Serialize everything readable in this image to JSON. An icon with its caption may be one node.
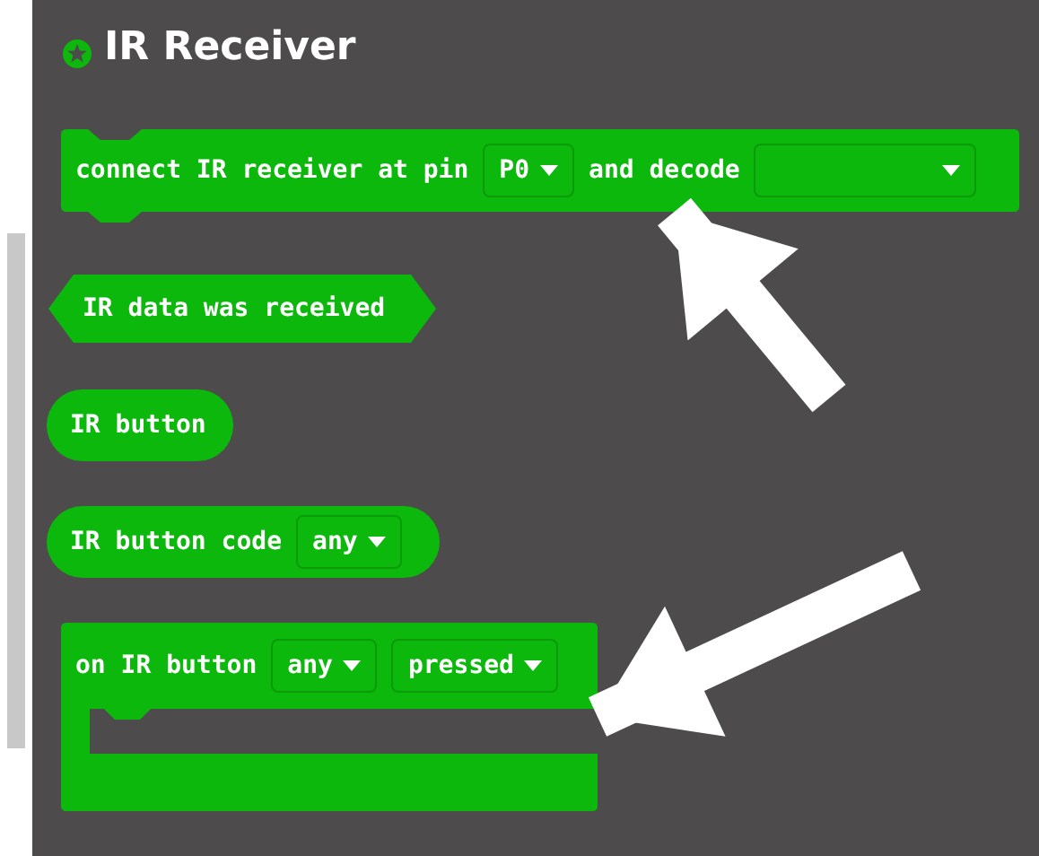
{
  "diagram": {
    "title": "IR Receiver",
    "nodes": [
      {
        "text": [
          "connect IR receiver at pin",
          "and decode"
        ]
      },
      {
        "text": [
          "P0"
        ],
        "in": 0
      },
      {
        "text": [],
        "shape": "box",
        "in": 0
      },
      {
        "text": [
          "IR data was received"
        ]
      },
      {
        "text": [
          "IR button"
        ]
      },
      {
        "text": [
          "IR button code"
        ]
      },
      {
        "text": [
          "any"
        ],
        "in": 5
      },
      {
        "text": [
          "on IR button"
        ]
      },
      {
        "text": [
          "any"
        ],
        "in": 7
      },
      {
        "text": [
          "pressed"
        ],
        "in": 7
      }
    ],
    "edges": [
      {
        "from": null,
        "to": 0,
        "arrow": "to"
      },
      {
        "from": null,
        "to": 7,
        "arrow": "to"
      }
    ]
  }
}
